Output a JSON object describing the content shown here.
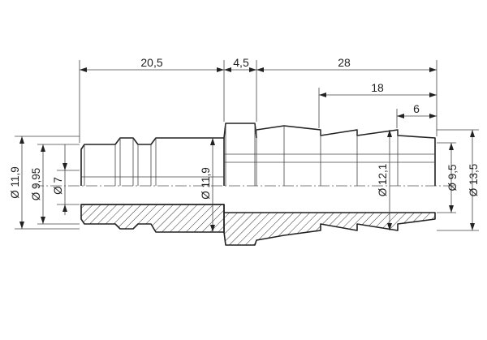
{
  "dimensions": {
    "length_front": "20,5",
    "length_collar": "4,5",
    "length_tail": "28",
    "length_barb_section": "18",
    "length_last_barb": "6",
    "dia_left_outer": "Ø 11,9",
    "dia_left_coupling": "Ø 9,95",
    "dia_left_bore": "Ø 7",
    "dia_collar": "Ø 11,9",
    "dia_barb_bore": "Ø 12,1",
    "dia_right_bore": "Ø 9,5",
    "dia_right_outer": "Ø 13,5"
  }
}
